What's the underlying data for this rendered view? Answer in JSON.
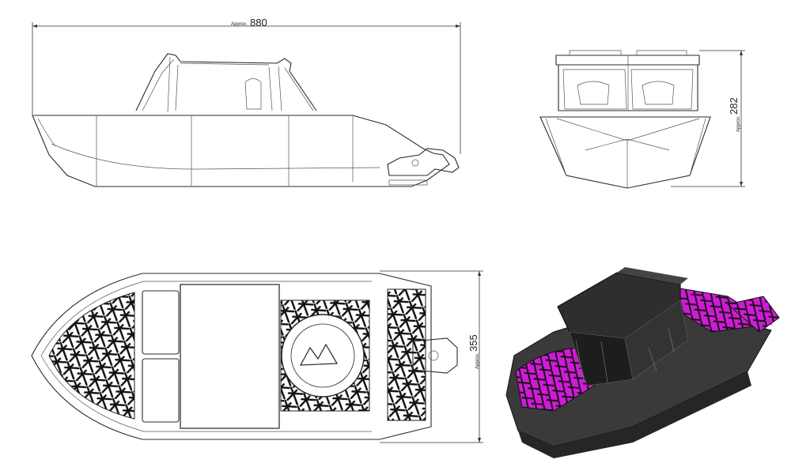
{
  "dimensions": {
    "length": {
      "prefix": "Approx.",
      "value": "880"
    },
    "height": {
      "prefix": "Approx.",
      "value": "282"
    },
    "width": {
      "prefix": "Approx.",
      "value": "355"
    }
  },
  "colors": {
    "line": "#2b2b2b",
    "hull_dark": "#2a2a2a",
    "accent_magenta": "#d11ad8"
  },
  "views": [
    "side-view",
    "front-view",
    "top-view",
    "isometric-render"
  ]
}
